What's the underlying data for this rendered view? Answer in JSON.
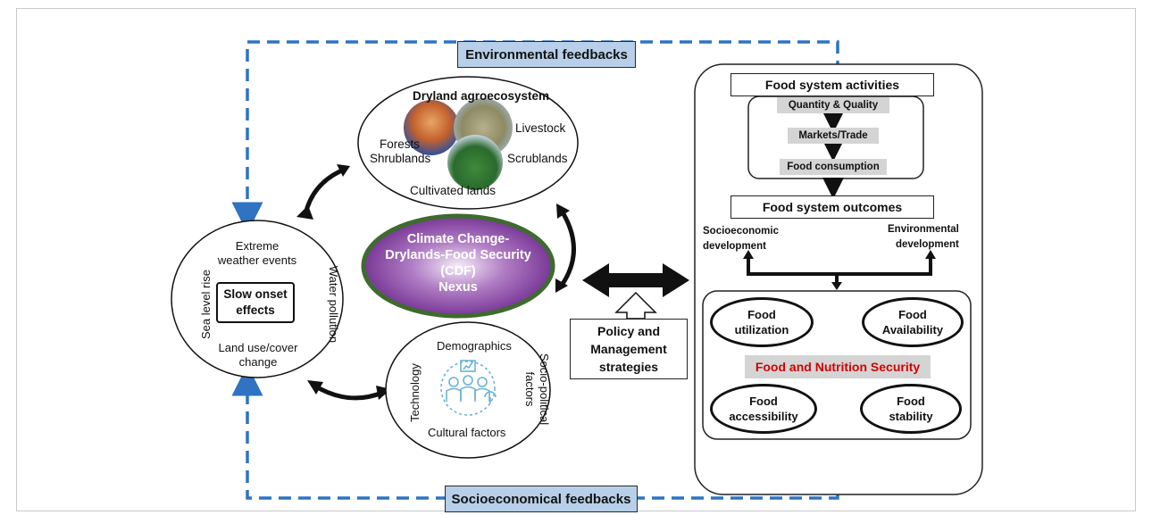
{
  "feedback": {
    "environmental": "Environmental feedbacks",
    "socioeconomical": "Socioeconomical feedbacks"
  },
  "dryland": {
    "title": "Dryland  agroecosystem",
    "livestock": "Livestock",
    "forests": "Forests",
    "shrublands": "Shrublands",
    "scrublands": "Scrublands",
    "cultivated": "Cultivated lands"
  },
  "nexus": {
    "line1": "Climate Change-",
    "line2": "Drylands-Food Security",
    "line3": "(CDF)",
    "line4": "Nexus"
  },
  "impacts": {
    "extreme_line1": "Extreme",
    "extreme_line2": "weather events",
    "slow_line1": "Slow onset",
    "slow_line2": "effects",
    "sea": "Sea level rise",
    "water": "Water pollution",
    "land_line1": "Land use/cover",
    "land_line2": "change"
  },
  "socio": {
    "demographics": "Demographics",
    "technology": "Technology",
    "sociopolitical_line1": "Socio-political",
    "sociopolitical_line2": "factors",
    "cultural": "Cultural factors"
  },
  "policy": {
    "line1": "Policy and",
    "line2": "Management",
    "line3": "strategies"
  },
  "food_system": {
    "activities": "Food system activities",
    "quantity": "Quantity & Quality",
    "markets": "Markets/Trade",
    "consumption": "Food consumption",
    "outcomes": "Food system outcomes",
    "socio_line1": "Socioeconomic",
    "socio_line2": "development",
    "env_line1": "Environmental",
    "env_line2": "development"
  },
  "security": {
    "utilization_line1": "Food",
    "utilization_line2": "utilization",
    "availability_line1": "Food",
    "availability_line2": "Availability",
    "center": "Food and Nutrition Security",
    "accessibility_line1": "Food",
    "accessibility_line2": "accessibility",
    "stability_line1": "Food",
    "stability_line2": "stability"
  },
  "colors": {
    "feedback_line": "#2f73c2",
    "feedback_box": "#b7cfe9",
    "nexus_border": "#3e6b2e",
    "nexus_purple": "#7b2f9a",
    "security_red": "#d40000",
    "gray_box": "#d4d4d4"
  }
}
